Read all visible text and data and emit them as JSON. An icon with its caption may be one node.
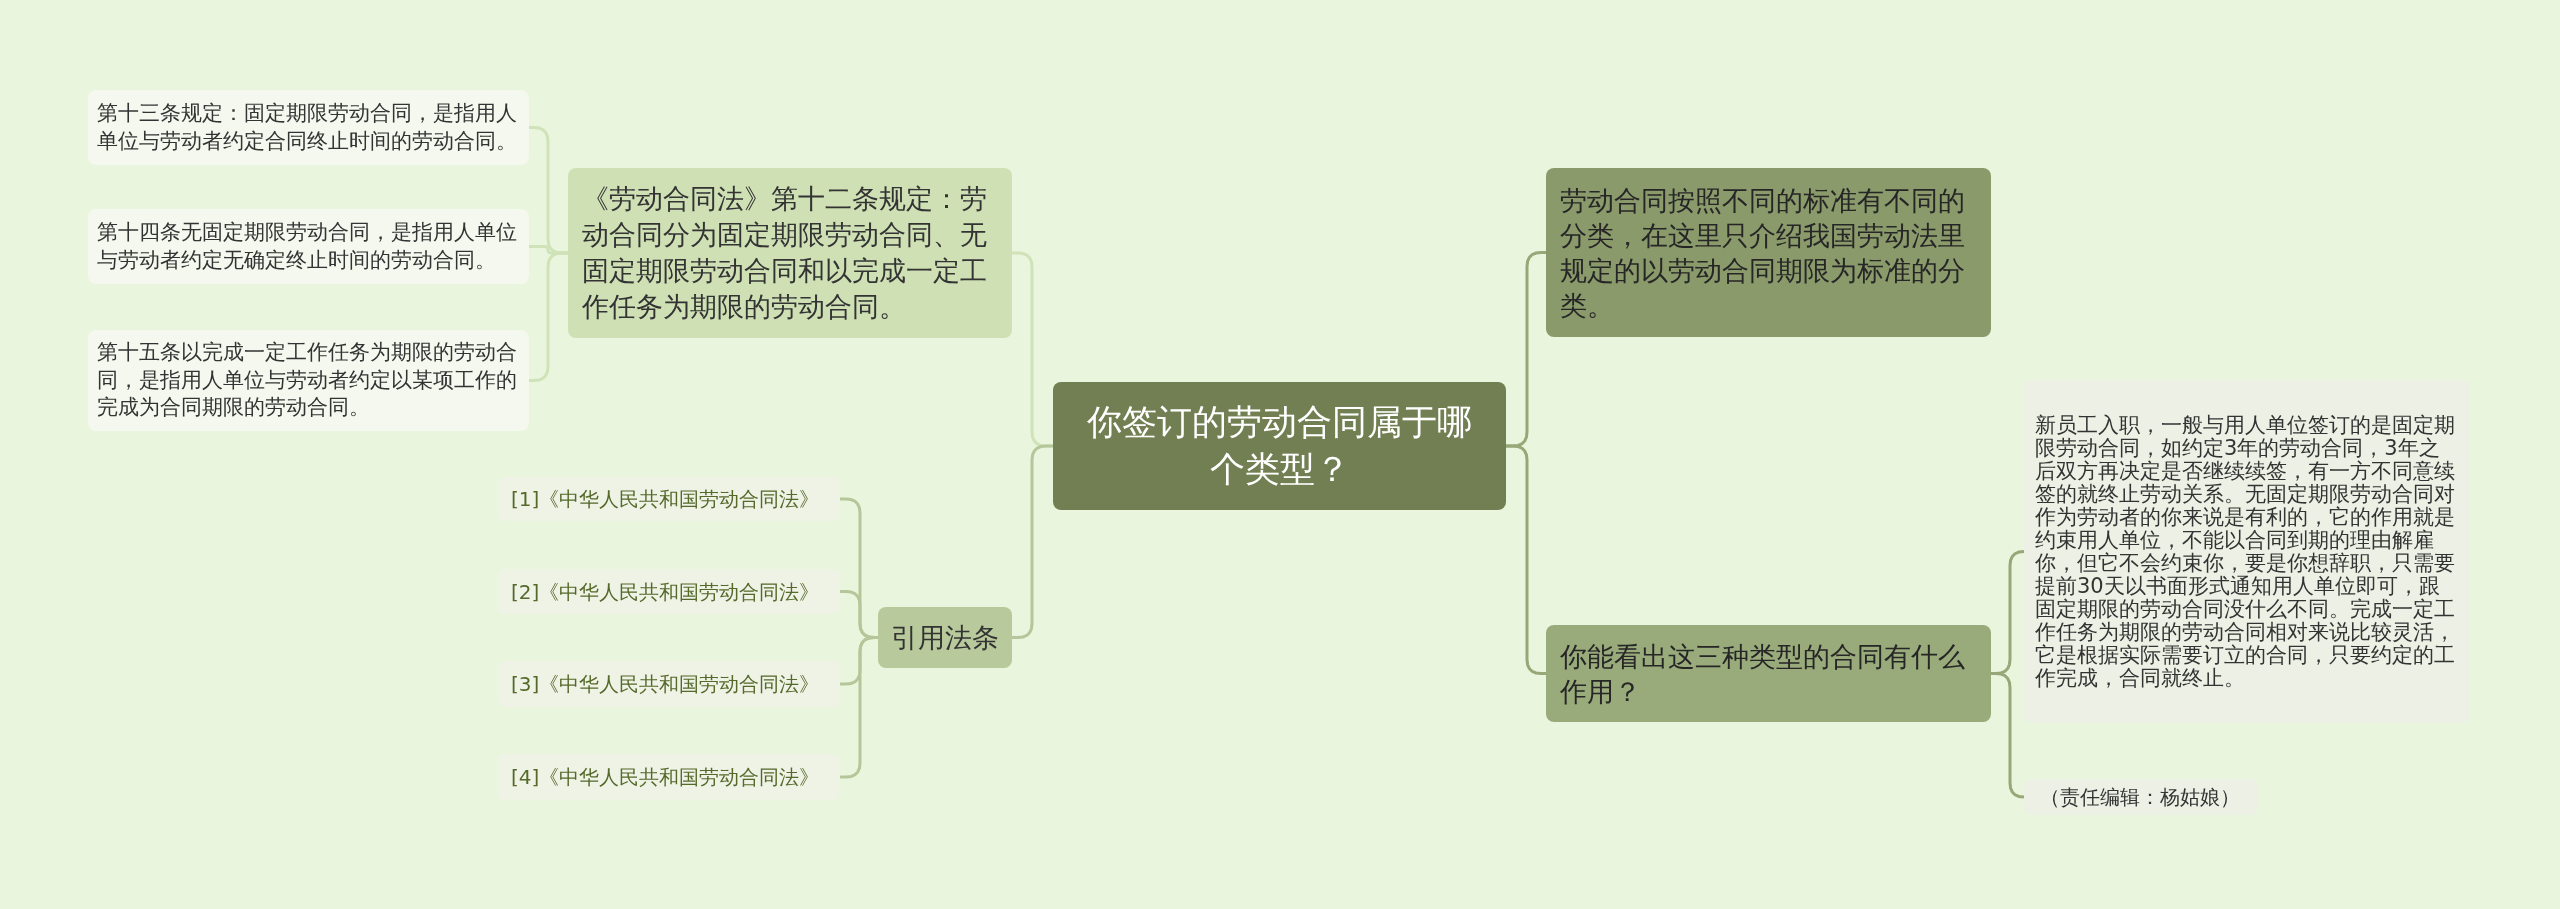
{
  "diagram": {
    "nodes": [
      {
        "text": [
          "你签订的劳动合同属于哪个类型？"
        ]
      },
      {
        "text": [
          "《劳动合同法》第十二条规定：劳动合同分为固定期限劳动合同、无固定期限劳动合同和以完成一定工作任务为期限的劳动合同。"
        ]
      },
      {
        "text": [
          "第十三条规定：固定期限劳动合同，是指用人单位与劳动者约定合同终止时间的劳动合同。"
        ]
      },
      {
        "text": [
          "第十四条无固定期限劳动合同，是指用人单位与劳动者约定无确定终止时间的劳动合同。"
        ]
      },
      {
        "text": [
          "第十五条以完成一定工作任务为期限的劳动合同，是指用人单位与劳动者约定以某项工作的完成为合同期限的劳动合同。"
        ]
      },
      {
        "text": [
          "引用法条"
        ]
      },
      {
        "text": [
          "[1]《中华人民共和国劳动合同法》"
        ]
      },
      {
        "text": [
          "[2]《中华人民共和国劳动合同法》"
        ]
      },
      {
        "text": [
          "[3]《中华人民共和国劳动合同法》"
        ]
      },
      {
        "text": [
          "[4]《中华人民共和国劳动合同法》"
        ]
      },
      {
        "text": [
          "劳动合同按照不同的标准有不同的分类，在这里只介绍我国劳动法里规定的以劳动合同期限为标准的分类。"
        ]
      },
      {
        "text": [
          "你能看出这三种类型的合同有什么作用？"
        ]
      },
      {
        "text": [
          "新员工入职，一般与用人单位签订的是固定期限劳动合同，如约定3年的劳动合同，3年之后双方再决定是否继续续签，有一方不同意续签的就终止劳动关系。无固定期限劳动合同对作为劳动者的你来说是有利的，它的作用就是约束用人单位，不能以合同到期的理由解雇你，但它不会约束你，要是你想辞职，只需要提前30天以书面形式通知用人单位即可，跟固定期限的劳动合同没什么不同。完成一定工作任务为期限的劳动合同相对来说比较灵活，它是根据实际需要订立的合同，只要约定的工作完成，合同就终止。"
        ]
      },
      {
        "text": [
          "（责任编辑：杨姑娘）"
        ]
      }
    ],
    "edges": [
      {
        "from": 0,
        "to": 1,
        "arrow": "none",
        "color": "#d0e2b8"
      },
      {
        "from": 0,
        "to": 5,
        "arrow": "none"
      },
      {
        "from": 0,
        "to": 10,
        "arrow": "none",
        "color": "#97a777"
      },
      {
        "from": 0,
        "to": 11,
        "arrow": "none",
        "color": "#97a777"
      },
      {
        "from": 1,
        "to": 2,
        "arrow": "none",
        "color": "#d0e2b8"
      },
      {
        "from": 1,
        "to": 3,
        "arrow": "none",
        "color": "#d0e2b8"
      },
      {
        "from": 1,
        "to": 4,
        "arrow": "none",
        "color": "#d0e2b8"
      },
      {
        "from": 5,
        "to": 6,
        "arrow": "none"
      },
      {
        "from": 5,
        "to": 7,
        "arrow": "none"
      },
      {
        "from": 5,
        "to": 8,
        "arrow": "none"
      },
      {
        "from": 5,
        "to": 9,
        "arrow": "none"
      },
      {
        "from": 11,
        "to": 12,
        "arrow": "none",
        "color": "#97a777"
      },
      {
        "from": 11,
        "to": 13,
        "arrow": "none",
        "color": "#97a777"
      }
    ]
  }
}
